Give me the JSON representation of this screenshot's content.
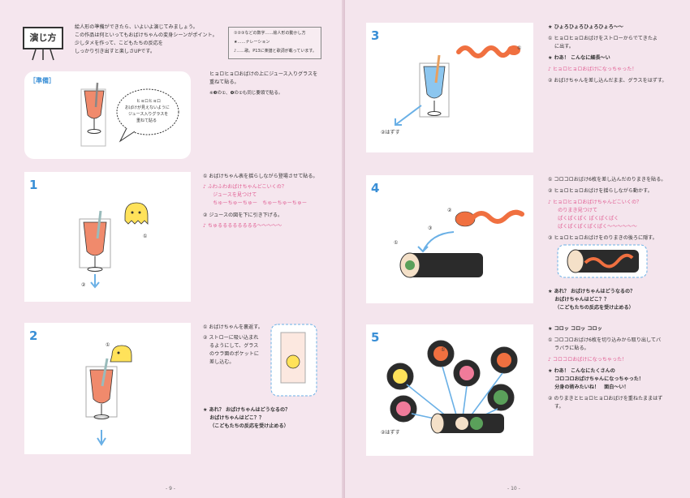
{
  "left_page": {
    "title_board": "演じ方",
    "intro": [
      "絵人形の準備ができたら、いよいよ演じてみましょう。",
      "この作品は何といってもおばけちゃんの変身シーンがポイント。",
      "少しタメを作って、こどもたちの反応を",
      "しっかり引き出すと楽しさUPです。"
    ],
    "legend": [
      "①②③などの数字……絵人形の動かし方",
      "★……ナレーション",
      "♪……歌。P13に楽譜と歌詞が載っています。"
    ],
    "prep": {
      "label": "［準備］",
      "bubble": [
        "ヒョロヒョロ",
        "おばけが見えないように",
        "ジュース入りグラスを",
        "重ねて貼る"
      ],
      "text": [
        "ヒョロヒョロおばけの上にジュース入りグラスを",
        "重ねて貼る。"
      ],
      "note": "※❸の①、❹の①も同じ要領で貼る。"
    },
    "step1": {
      "num": "1",
      "lines": [
        "① おばけちゃん表を揺らしながら登場させて貼る。",
        "♪ ふわふわおばけちゃんどこいくの？",
        "　　ジュースを見つけて",
        "　　ちゅーちゅーちゅー　ちゅーちゅーちゅー",
        "② ジュースの図を下に引き下げる。",
        "♪ ちゅるるるるるるるる〜〜〜〜〜"
      ],
      "c1": "①",
      "c2": "②"
    },
    "step2": {
      "num": "2",
      "lines": [
        "① おばけちゃんを裏返す。",
        "② ストローに吸い込まれ",
        "　 るようにして、グラス",
        "　 のウラ面のポケットに",
        "　 差し込む。"
      ],
      "ask": [
        "★ あれ？ おばけちゃんはどうなるの？",
        "　 おばけちゃんはどこ？？",
        "　 （こどもたちの反応を受け止める）"
      ],
      "c1": "①",
      "c2": "②"
    },
    "page_number": "- 9 -"
  },
  "right_page": {
    "step3": {
      "num": "3",
      "lines": [
        "★ ひょろひょろひょろひょろ〜〜",
        "① ヒョロヒョロおばけをストローからでてきたよ",
        "　 に出す。",
        "★ わあ！ こんなに細長〜い",
        "♪ ヒョロヒョロおばけになっちゃった！",
        "② おばけちゃんを差し込んだまま、グラスをはずす。"
      ],
      "c1": "①",
      "c2": "②はずす"
    },
    "step4": {
      "num": "4",
      "lines": [
        "① コロコロおばけ6枚を差し込んだのりまきを貼る。",
        "② ヒョロヒョロおばけを揺らしながら動かす。",
        "♪ ヒョロヒョロおばけちゃんどこいくの？",
        "　　のりまき見つけて",
        "　　ぱくぱくぱく ぱくぱくぱく",
        "　　ぱくぱくぱくぱくぱく〜〜〜〜〜〜",
        "③ ヒョロヒョロおばけをのりまきの後ろに隠す。"
      ],
      "ask": [
        "★ あれ？ おばけちゃんはどうなるの？",
        "　 おばけちゃんはどこ？？",
        "　 （こどもたちの反応を受け止める）"
      ],
      "c1": "①",
      "c2": "②",
      "c3": "③"
    },
    "step5": {
      "num": "5",
      "lines": [
        "★ コロッ コロッ コロッ",
        "① コロコロおばけ6枚を切り込みから取り出してバ",
        "　 ラバラに貼る。",
        "♪ コロコロおばけになっちゃった！",
        "★ わあ！ こんなにたくさんの",
        "　 コロコロおばけちゃんになっちゃった！",
        "　 分身の術みたいね！　面白〜い！",
        "② のりまきとヒョロヒョロおばけを重ねたままはず",
        "　 す。"
      ],
      "c1": "①",
      "c2": "②はずす"
    },
    "page_number": "- 10 -"
  },
  "colors": {
    "number_blue": "#3a8fd6",
    "song_pink": "#e05d92",
    "juice": "#f08a6c",
    "nori": "#2b2b2b",
    "ghost_yellow": "#ffe25a"
  }
}
